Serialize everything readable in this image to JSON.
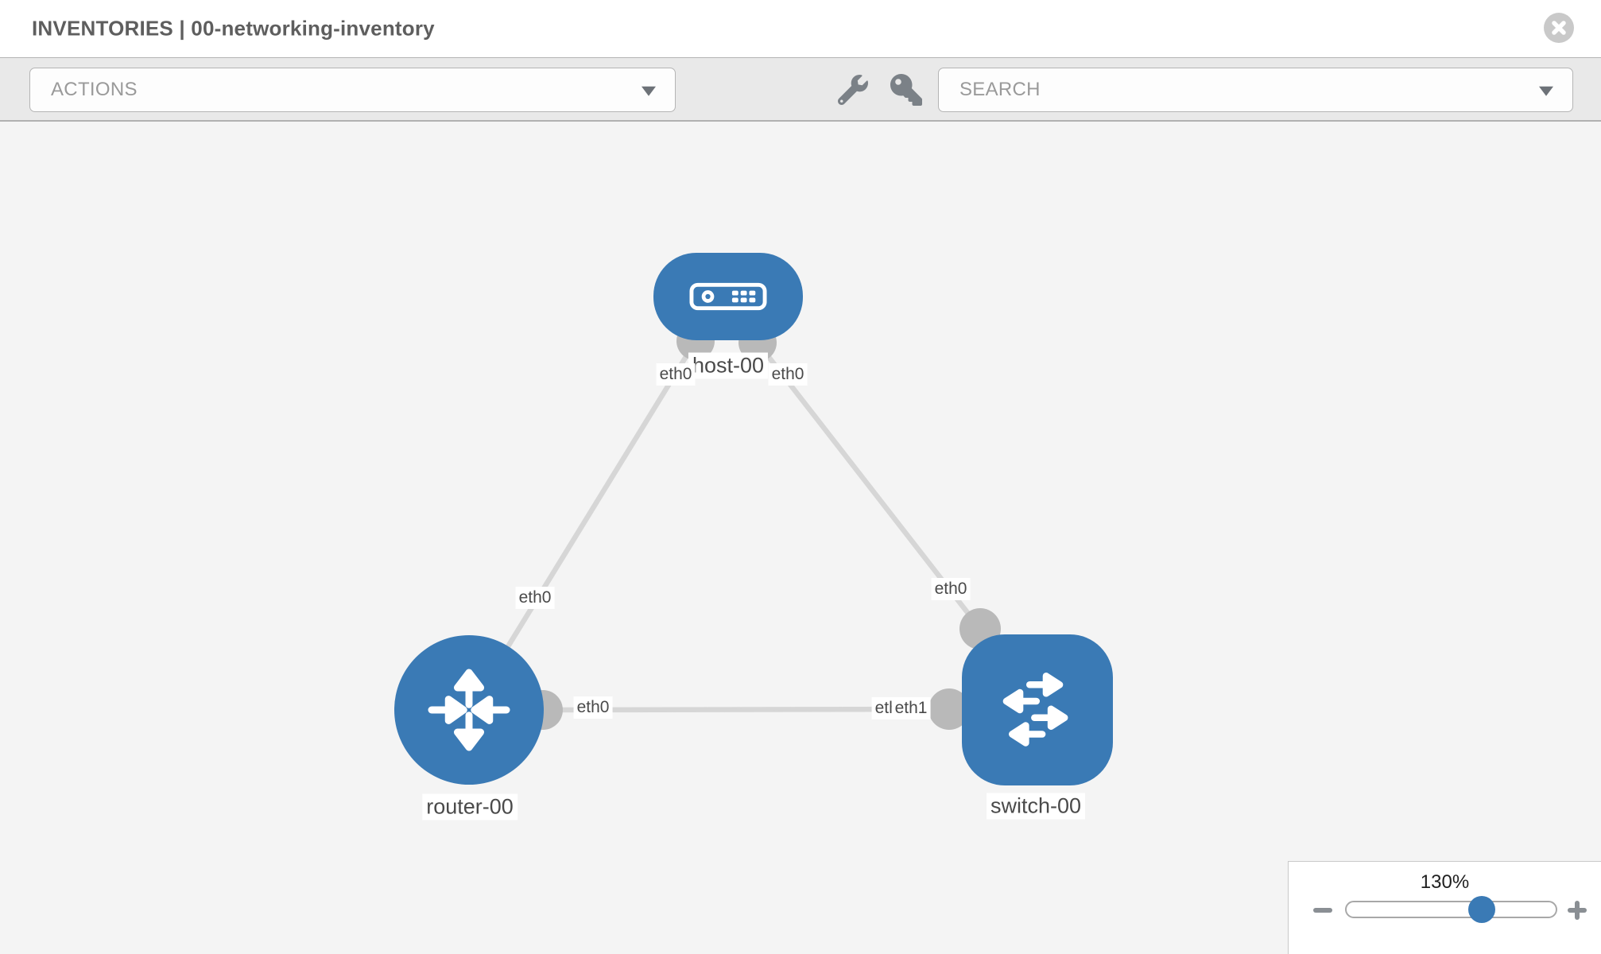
{
  "window": {
    "title": "INVENTORIES | 00-networking-inventory"
  },
  "toolbar": {
    "actions_label": "ACTIONS",
    "search_label": "SEARCH",
    "tool_icons": [
      "wrench-icon",
      "key-icon"
    ]
  },
  "topology": {
    "nodes": [
      {
        "name": "host-00",
        "type": "host"
      },
      {
        "name": "router-00",
        "type": "router"
      },
      {
        "name": "switch-00",
        "type": "switch"
      }
    ],
    "links": [
      {
        "from": "router-00",
        "from_if": "eth0",
        "to": "host-00",
        "to_if": "eth0"
      },
      {
        "from": "switch-00",
        "from_if": "eth0",
        "to": "host-00",
        "to_if": "eth0"
      },
      {
        "from": "router-00",
        "from_if": "eth0",
        "to": "switch-00",
        "to_if": "eth1",
        "to_if_overlap": "eth0"
      }
    ]
  },
  "colors": {
    "node_blue": "#3a7ab5",
    "link_gray": "#d6d6d6",
    "dot_gray": "#b9b9b9",
    "canvas_bg": "#f4f4f4"
  },
  "zoom_control": {
    "level": "130%",
    "value_percent": 65
  }
}
